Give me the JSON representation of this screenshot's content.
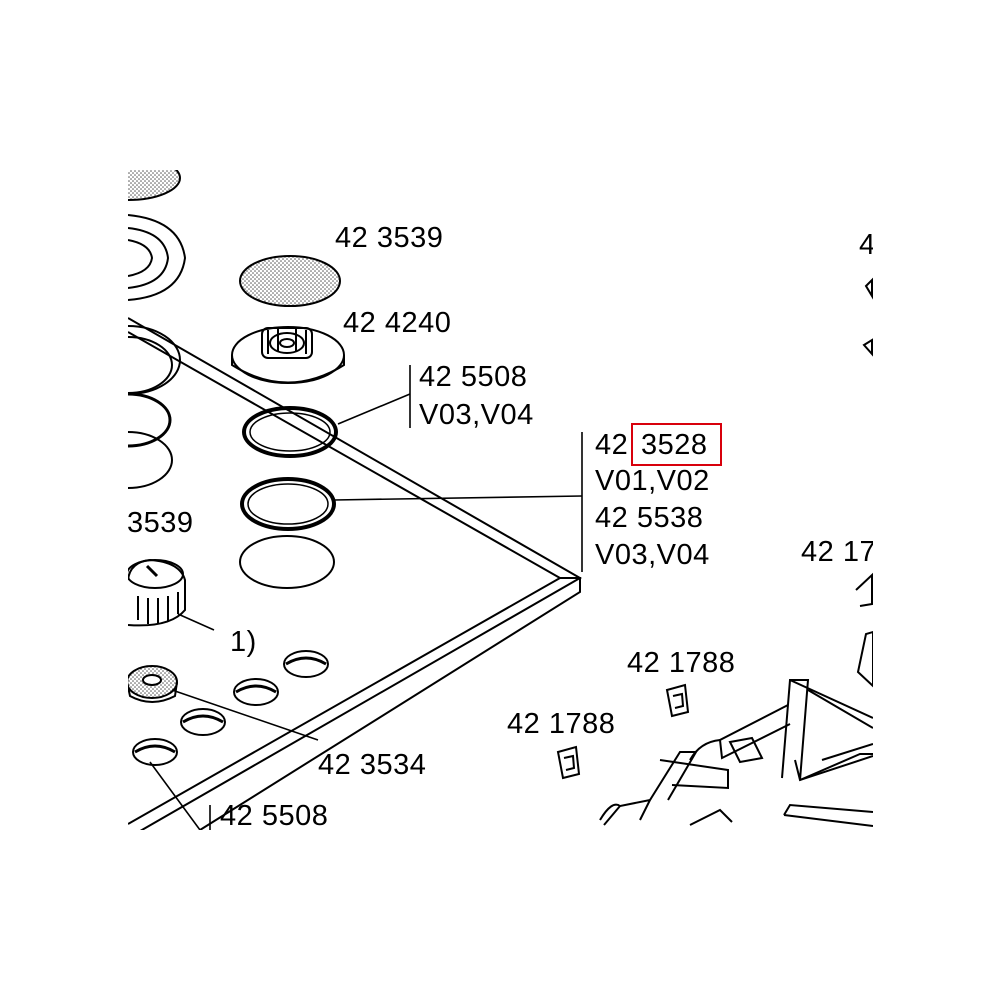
{
  "callouts": {
    "c3539_top": "42 3539",
    "c4240": "42 4240",
    "c5508_a": "42 5508",
    "c5508_a_variant": "V03,V04",
    "c3528_prefix": "42",
    "c3528_number": "3528",
    "c3528_variant": "V01,V02",
    "c5538": "42 5538",
    "c5538_variant": "V03,V04",
    "c3539_left": "3539",
    "note_1": "1)",
    "c3534": "42 3534",
    "c5508_b": "42 5508",
    "c1788_a": "42 1788",
    "c1788_b": "42 1788",
    "c17_partial": "42 17",
    "c4_partial": "4"
  },
  "highlight": {
    "target": "3528",
    "color": "#d8000c"
  }
}
